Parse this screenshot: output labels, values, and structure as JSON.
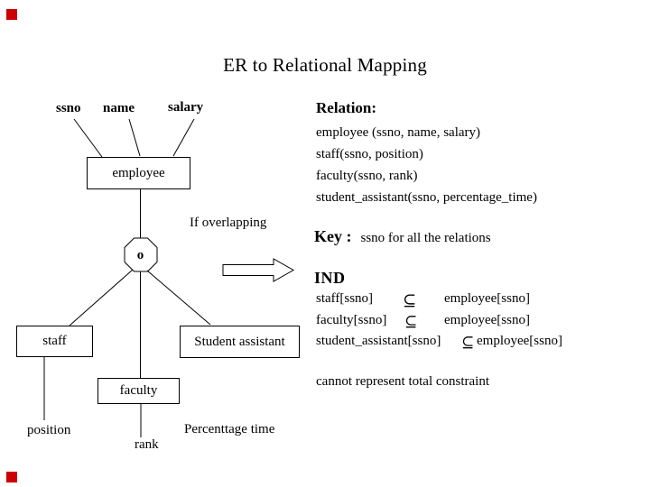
{
  "slide": {
    "title": "ER to Relational Mapping",
    "accent_red": "#cc0000"
  },
  "er_diagram": {
    "entity": "employee",
    "attributes": {
      "ssno": "ssno",
      "name": "name",
      "salary": "salary"
    },
    "overlap_label": "If overlapping",
    "circle_label": "o",
    "subclasses": {
      "staff": "staff",
      "faculty": "faculty",
      "student_assistant": "Student assistant"
    },
    "sub_attributes": {
      "position": "position",
      "rank": "rank",
      "percentage_time": "Percenttage time"
    }
  },
  "relational": {
    "heading": "Relation:",
    "relations": [
      "employee (ssno, name, salary)",
      "staff(ssno, position)",
      "faculty(ssno, rank)",
      "student_assistant(ssno, percentage_time)"
    ],
    "key_label": "Key :",
    "key_text": "ssno  for all the relations",
    "ind_heading": "IND",
    "inds": [
      {
        "left": "staff[ssno]",
        "symbol": "⊆",
        "right": "employee[ssno]"
      },
      {
        "left": "faculty[ssno]",
        "symbol": "⊆",
        "right": "employee[ssno]"
      },
      {
        "left": "student_assistant[ssno]",
        "symbol": "⊆",
        "right": "employee[ssno]"
      }
    ],
    "note": "cannot represent total constraint"
  }
}
